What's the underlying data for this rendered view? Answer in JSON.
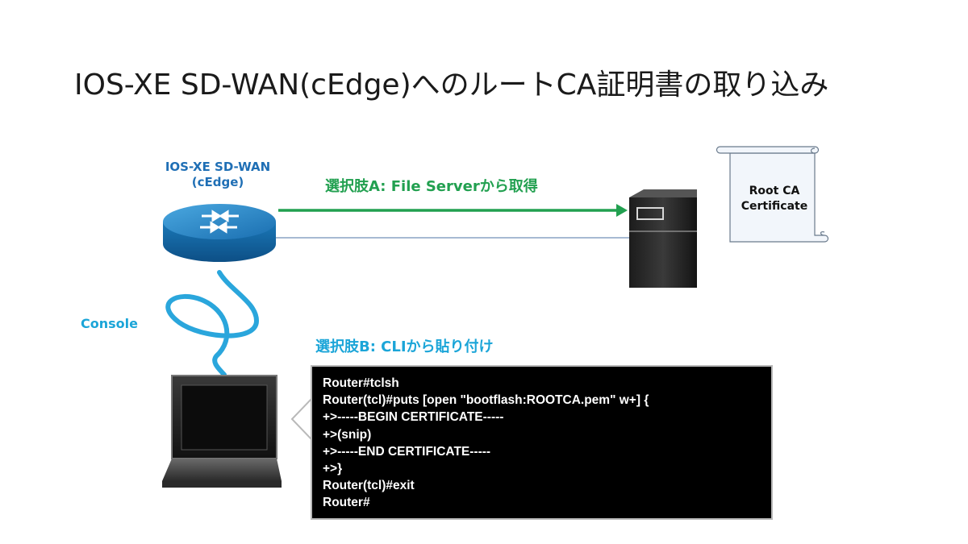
{
  "title": "IOS-XE SD-WAN(cEdge)へのルートCA証明書の取り込み",
  "router": {
    "label_line1": "IOS-XE SD-WAN",
    "label_line2": "(cEdge)"
  },
  "option_a": "選択肢A: File Serverから取得",
  "option_b": "選択肢B: CLIから貼り付け",
  "console_label": "Console",
  "certificate": {
    "line1": "Root CA",
    "line2": "Certificate"
  },
  "terminal": {
    "lines": [
      "Router#tclsh",
      "Router(tcl)#puts [open \"bootflash:ROOTCA.pem\" w+] {",
      "+>-----BEGIN CERTIFICATE-----",
      "+>(snip)",
      "+>-----END CERTIFICATE-----",
      "+>}",
      "Router(tcl)#exit",
      "Router#"
    ]
  },
  "colors": {
    "green_arrow": "#22a050",
    "console_cable": "#2aa6dc",
    "router_blue": "#1f6fb5",
    "title_text": "#1a1a1a"
  },
  "icons": [
    "router-icon",
    "file-server-icon",
    "laptop-icon",
    "certificate-scroll-icon"
  ]
}
